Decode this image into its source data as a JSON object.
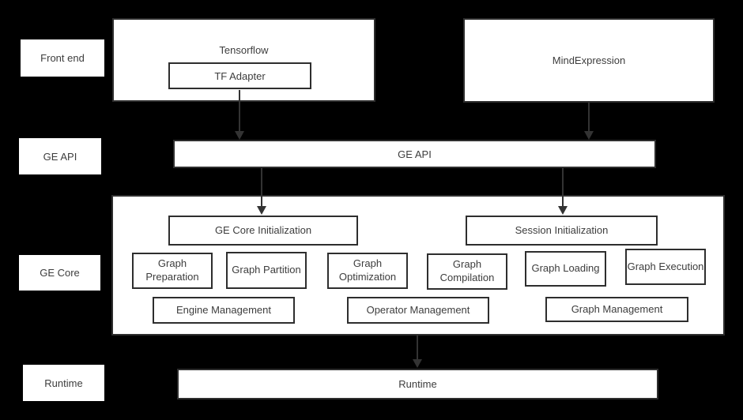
{
  "row_labels": {
    "front_end": "Front end",
    "ge_api": "GE API",
    "ge_core": "GE Core",
    "runtime": "Runtime"
  },
  "front_end": {
    "tensorflow": "Tensorflow",
    "tf_adapter": "TF Adapter",
    "mind_expression": "MindExpression"
  },
  "ge_api": {
    "bar": "GE API"
  },
  "ge_core": {
    "ge_core_initialization": "GE Core Initialization",
    "session_initialization": "Session Initialization",
    "modules": [
      "Graph Preparation",
      "Graph Partition",
      "Graph Optimization",
      "Graph Compilation",
      "Graph Loading",
      "Graph Execution"
    ],
    "managers": [
      "Engine Management",
      "Operator Management",
      "Graph Management"
    ]
  },
  "runtime": {
    "bar": "Runtime"
  },
  "colors": {
    "background": "#000000",
    "box_fill": "#ffffff",
    "box_border": "#2e2e2e",
    "text": "#3d3d3d",
    "arrow": "#333333"
  }
}
